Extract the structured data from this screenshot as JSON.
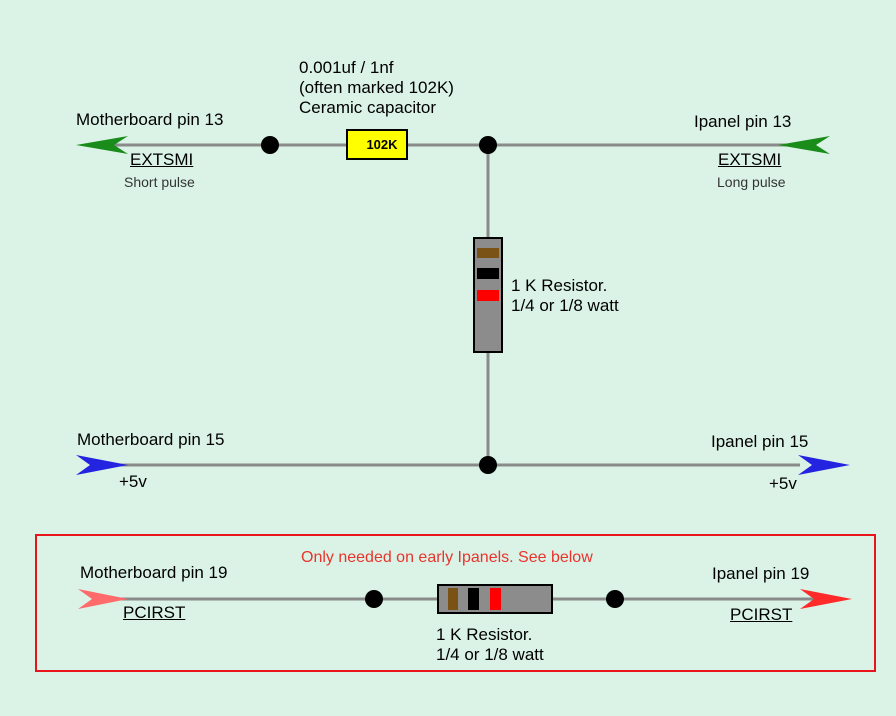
{
  "capacitor": {
    "value_line": "0.001uf / 1nf",
    "marking_line": "(often marked 102K)",
    "type_line": "Ceramic capacitor",
    "marking": "102K"
  },
  "row1": {
    "left_label": "Motherboard pin 13",
    "left_signal": "EXTSMI",
    "left_note": "Short pulse",
    "right_label": "Ipanel pin 13",
    "right_signal": "EXTSMI",
    "right_note": "Long pulse"
  },
  "resistor1": {
    "line1": "1 K Resistor.",
    "line2": "1/4 or 1/8 watt"
  },
  "row2": {
    "left_label": "Motherboard pin 15",
    "left_signal": "+5v",
    "right_label": "Ipanel pin 15",
    "right_signal": "+5v"
  },
  "row3": {
    "note": "Only needed on early Ipanels. See below",
    "left_label": "Motherboard pin 19",
    "left_signal": "PCIRST",
    "right_label": "Ipanel pin 19",
    "right_signal": "PCIRST"
  },
  "resistor2": {
    "line1": "1 K Resistor.",
    "line2": "1/4 or 1/8 watt"
  },
  "colors": {
    "background": "#dbf3e7",
    "wire": "#8a8a8a",
    "green_arrow": "#1a8c1a",
    "blue_arrow": "#2424e0",
    "red_arrow": "#ff2a2a",
    "capacitor": "#ffff00",
    "box_border": "#e8141c"
  }
}
